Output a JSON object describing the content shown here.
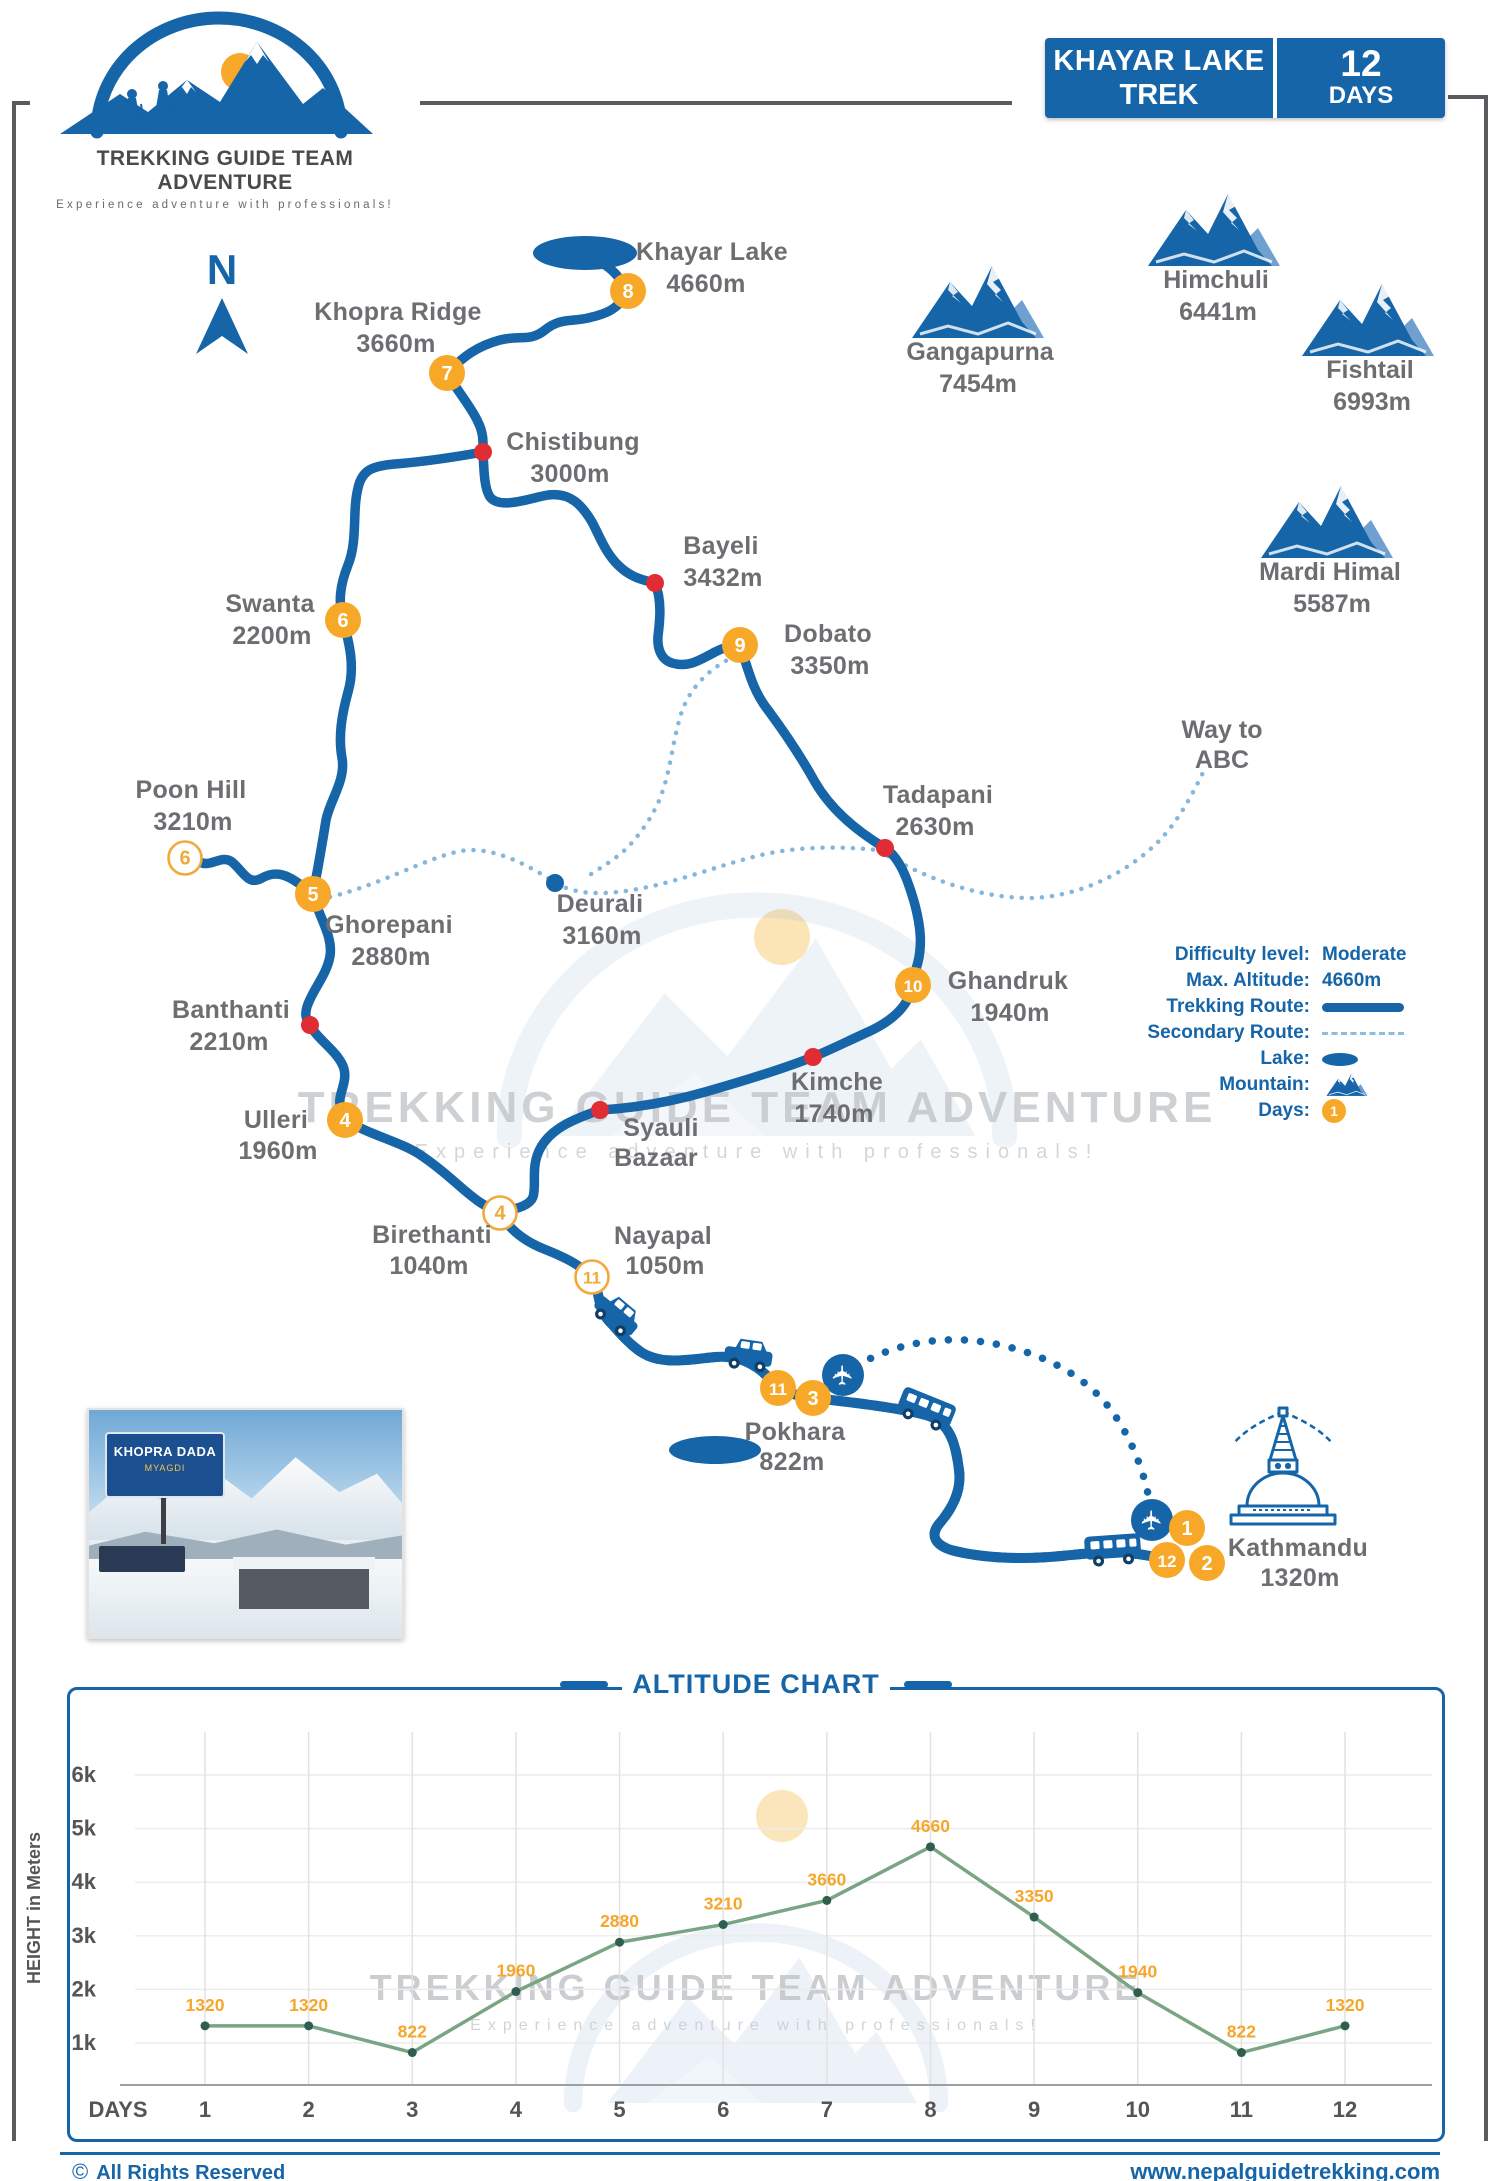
{
  "header": {
    "brand_name": "TREKKING GUIDE TEAM ADVENTURE",
    "brand_tagline": "Experience adventure with professionals!",
    "trek_name_line1": "KHAYAR LAKE",
    "trek_name_line2": "TREK",
    "duration_value": "12",
    "duration_label": "DAYS"
  },
  "map": {
    "north_label": "N",
    "way_to_abc_line1": "Way to",
    "way_to_abc_line2": "ABC",
    "plane_glyph": "✈",
    "places": [
      {
        "line1": "Khayar Lake",
        "line2": "4660m",
        "p1": [
          712,
          260
        ],
        "p2": [
          706,
          292
        ]
      },
      {
        "line1": "Khopra Ridge",
        "line2": "3660m",
        "p1": [
          398,
          320
        ],
        "p2": [
          396,
          352
        ]
      },
      {
        "line1": "Chistibung",
        "line2": "3000m",
        "p1": [
          573,
          450
        ],
        "p2": [
          570,
          482
        ]
      },
      {
        "line1": "Bayeli",
        "line2": "3432m",
        "p1": [
          721,
          554
        ],
        "p2": [
          723,
          586
        ]
      },
      {
        "line1": "Dobato",
        "line2": "3350m",
        "p1": [
          828,
          642
        ],
        "p2": [
          830,
          674
        ]
      },
      {
        "line1": "Swanta",
        "line2": "2200m",
        "p1": [
          270,
          612
        ],
        "p2": [
          272,
          644
        ]
      },
      {
        "line1": "Poon Hill",
        "line2": "3210m",
        "p1": [
          191,
          798
        ],
        "p2": [
          193,
          830
        ]
      },
      {
        "line1": "Ghorepani",
        "line2": "2880m",
        "p1": [
          389,
          933
        ],
        "p2": [
          391,
          965
        ]
      },
      {
        "line1": "Deurali",
        "line2": "3160m",
        "p1": [
          600,
          912
        ],
        "p2": [
          602,
          944
        ]
      },
      {
        "line1": "Tadapani",
        "line2": "2630m",
        "p1": [
          938,
          803
        ],
        "p2": [
          935,
          835
        ]
      },
      {
        "line1": "Ghandruk",
        "line2": "1940m",
        "p1": [
          1008,
          989
        ],
        "p2": [
          1010,
          1021
        ]
      },
      {
        "line1": "Kimche",
        "line2": "1740m",
        "p1": [
          837,
          1090
        ],
        "p2": [
          834,
          1122
        ]
      },
      {
        "line1": "Syauli",
        "line2": "Bazaar",
        "p1": [
          661,
          1136
        ],
        "p2": [
          656,
          1166
        ]
      },
      {
        "line1": "Banthanti",
        "line2": "2210m",
        "p1": [
          231,
          1018
        ],
        "p2": [
          229,
          1050
        ]
      },
      {
        "line1": "Ulleri",
        "line2": "1960m",
        "p1": [
          276,
          1128
        ],
        "p2": [
          278,
          1159
        ]
      },
      {
        "line1": "Birethanti",
        "line2": "1040m",
        "p1": [
          432,
          1243
        ],
        "p2": [
          429,
          1274
        ]
      },
      {
        "line1": "Nayapal",
        "line2": "1050m",
        "p1": [
          663,
          1244
        ],
        "p2": [
          665,
          1274
        ]
      },
      {
        "line1": "Pokhara",
        "line2": "822m",
        "p1": [
          795,
          1440
        ],
        "p2": [
          792,
          1470
        ]
      },
      {
        "line1": "Kathmandu",
        "line2": "1320m",
        "p1": [
          1298,
          1556
        ],
        "p2": [
          1300,
          1586
        ]
      }
    ],
    "mountains": [
      {
        "name": "Gangapurna",
        "elev": "7454m",
        "icon": [
          978,
          308
        ],
        "p1": [
          980,
          360
        ],
        "p2": [
          978,
          392
        ]
      },
      {
        "name": "Himchuli",
        "elev": "6441m",
        "icon": [
          1214,
          236
        ],
        "p1": [
          1216,
          288
        ],
        "p2": [
          1218,
          320
        ]
      },
      {
        "name": "Fishtail",
        "elev": "6993m",
        "icon": [
          1368,
          326
        ],
        "p1": [
          1370,
          378
        ],
        "p2": [
          1372,
          410
        ]
      },
      {
        "name": "Mardi Himal",
        "elev": "5587m",
        "icon": [
          1327,
          528
        ],
        "p1": [
          1330,
          580
        ],
        "p2": [
          1332,
          612
        ]
      }
    ],
    "day_markers": [
      {
        "day": "1",
        "style": "solid",
        "pos": [
          1187,
          1528
        ]
      },
      {
        "day": "2",
        "style": "solid",
        "pos": [
          1207,
          1563
        ]
      },
      {
        "day": "3",
        "style": "solid",
        "pos": [
          813,
          1398
        ]
      },
      {
        "day": "4",
        "style": "solid",
        "pos": [
          345,
          1120
        ]
      },
      {
        "day": "4",
        "style": "outline",
        "pos": [
          500,
          1213
        ]
      },
      {
        "day": "5",
        "style": "solid",
        "pos": [
          313,
          894
        ]
      },
      {
        "day": "6",
        "style": "solid",
        "pos": [
          343,
          620
        ]
      },
      {
        "day": "6",
        "style": "outline",
        "pos": [
          185,
          858
        ]
      },
      {
        "day": "7",
        "style": "solid",
        "pos": [
          447,
          373
        ]
      },
      {
        "day": "8",
        "style": "solid",
        "pos": [
          628,
          291
        ]
      },
      {
        "day": "9",
        "style": "solid",
        "pos": [
          740,
          645
        ]
      },
      {
        "day": "10",
        "style": "solid",
        "pos": [
          913,
          985
        ]
      },
      {
        "day": "11",
        "style": "outline",
        "pos": [
          592,
          1277
        ]
      },
      {
        "day": "11",
        "style": "solid",
        "pos": [
          778,
          1388
        ]
      },
      {
        "day": "12",
        "style": "solid",
        "pos": [
          1167,
          1560
        ]
      }
    ],
    "red_dots": [
      [
        483,
        452
      ],
      [
        655,
        583
      ],
      [
        885,
        848
      ],
      [
        310,
        1025
      ],
      [
        813,
        1057
      ],
      [
        600,
        1110
      ]
    ],
    "blue_dots": [
      [
        555,
        883
      ]
    ],
    "lakes": [
      [
        585,
        253,
        52,
        17
      ],
      [
        715,
        1450,
        46,
        14
      ]
    ],
    "planes": [
      [
        843,
        1375
      ],
      [
        1152,
        1520
      ]
    ],
    "jeeps": [
      [
        615,
        1317,
        40
      ],
      [
        748,
        1358,
        8
      ]
    ],
    "buses": [
      [
        925,
        1412,
        22
      ],
      [
        1113,
        1552,
        -4
      ]
    ]
  },
  "legend": {
    "rows": [
      {
        "label": "Difficulty level:",
        "value": "Moderate"
      },
      {
        "label": "Max. Altitude:",
        "value": "4660m"
      },
      {
        "label": "Trekking Route:",
        "value": ""
      },
      {
        "label": "Secondary Route:",
        "value": ""
      },
      {
        "label": "Lake:",
        "value": ""
      },
      {
        "label": "Mountain:",
        "value": ""
      },
      {
        "label": "Days:",
        "value": "1"
      }
    ]
  },
  "photo": {
    "sign_line1": "KHOPRA DADA",
    "sign_line2": "MYAGDI"
  },
  "watermark": {
    "line1": "TREKKING GUIDE TEAM ADVENTURE",
    "line2": "Experience adventure with professionals!"
  },
  "chart_data": {
    "type": "line",
    "title": "ALTITUDE CHART",
    "xlabel": "DAYS",
    "ylabel": "HEIGHT in Meters",
    "categories": [
      "1",
      "2",
      "3",
      "4",
      "5",
      "6",
      "7",
      "8",
      "9",
      "10",
      "11",
      "12"
    ],
    "values": [
      1320,
      1320,
      822,
      1960,
      2880,
      3210,
      3660,
      4660,
      3350,
      1940,
      822,
      1320
    ],
    "yticks": [
      {
        "label": "1k",
        "value": 1000
      },
      {
        "label": "2k",
        "value": 2000
      },
      {
        "label": "3k",
        "value": 3000
      },
      {
        "label": "4k",
        "value": 4000
      },
      {
        "label": "5k",
        "value": 5000
      },
      {
        "label": "6k",
        "value": 6000
      }
    ],
    "ylim": [
      0,
      6500
    ],
    "grid": true,
    "legend_position": "none",
    "line_color": "#7aa585",
    "point_color": "#2f5e50",
    "value_label_color": "#f6a62a"
  },
  "footer": {
    "copyright_symbol": "©",
    "left_text": "All Rights Reserved",
    "website": "www.nepalguidetrekking.com"
  },
  "colors": {
    "primary_blue": "#1565A8",
    "accent_orange": "#F7A828",
    "outline_orange": "#F1A93C",
    "marker_red": "#E02D33",
    "secondary_route": "#85B7DD",
    "label_gray": "#6D6E71"
  }
}
